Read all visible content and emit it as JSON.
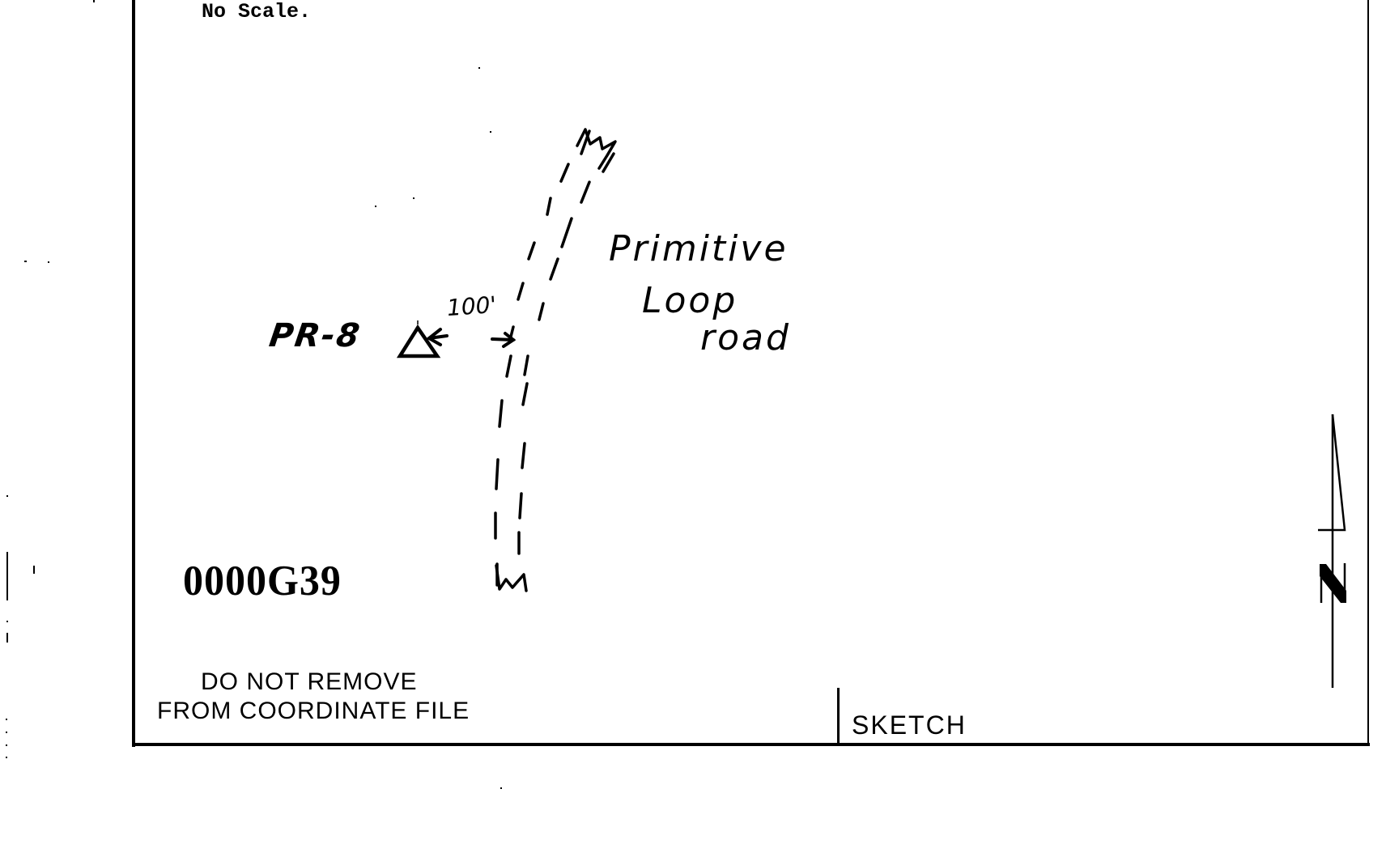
{
  "document": {
    "scale_note": "No Scale.",
    "station": {
      "label": "PR-8",
      "marker": "triangle-station-icon"
    },
    "distance_label": "100'",
    "road_label": {
      "line1": "Primitive",
      "line2": "Loop",
      "line3": "road"
    },
    "serial_number": "0000G39",
    "footer": {
      "notice_line1": "DO NOT REMOVE",
      "notice_line2": "FROM COORDINATE FILE",
      "section_label": "SKETCH"
    },
    "north_arrow": {
      "label": "N",
      "icon": "north-arrow-icon"
    },
    "colors": {
      "ink": "#000000",
      "paper": "#ffffff"
    }
  }
}
